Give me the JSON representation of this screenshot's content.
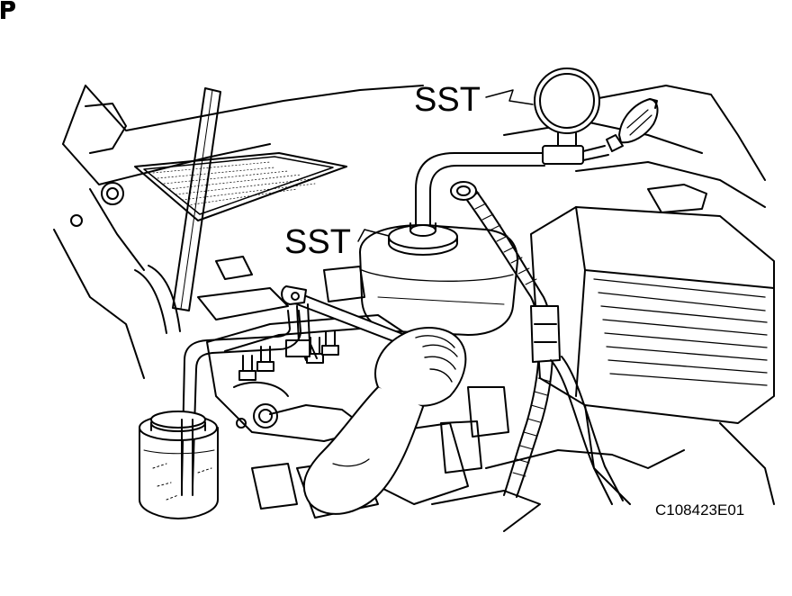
{
  "labels": {
    "sst_upper": "SST",
    "sst_lower": "SST",
    "figure_code": "C108423E01"
  },
  "icons": {
    "corner_mark": "p-icon"
  },
  "colors": {
    "line": "#000000",
    "background": "#ffffff"
  }
}
